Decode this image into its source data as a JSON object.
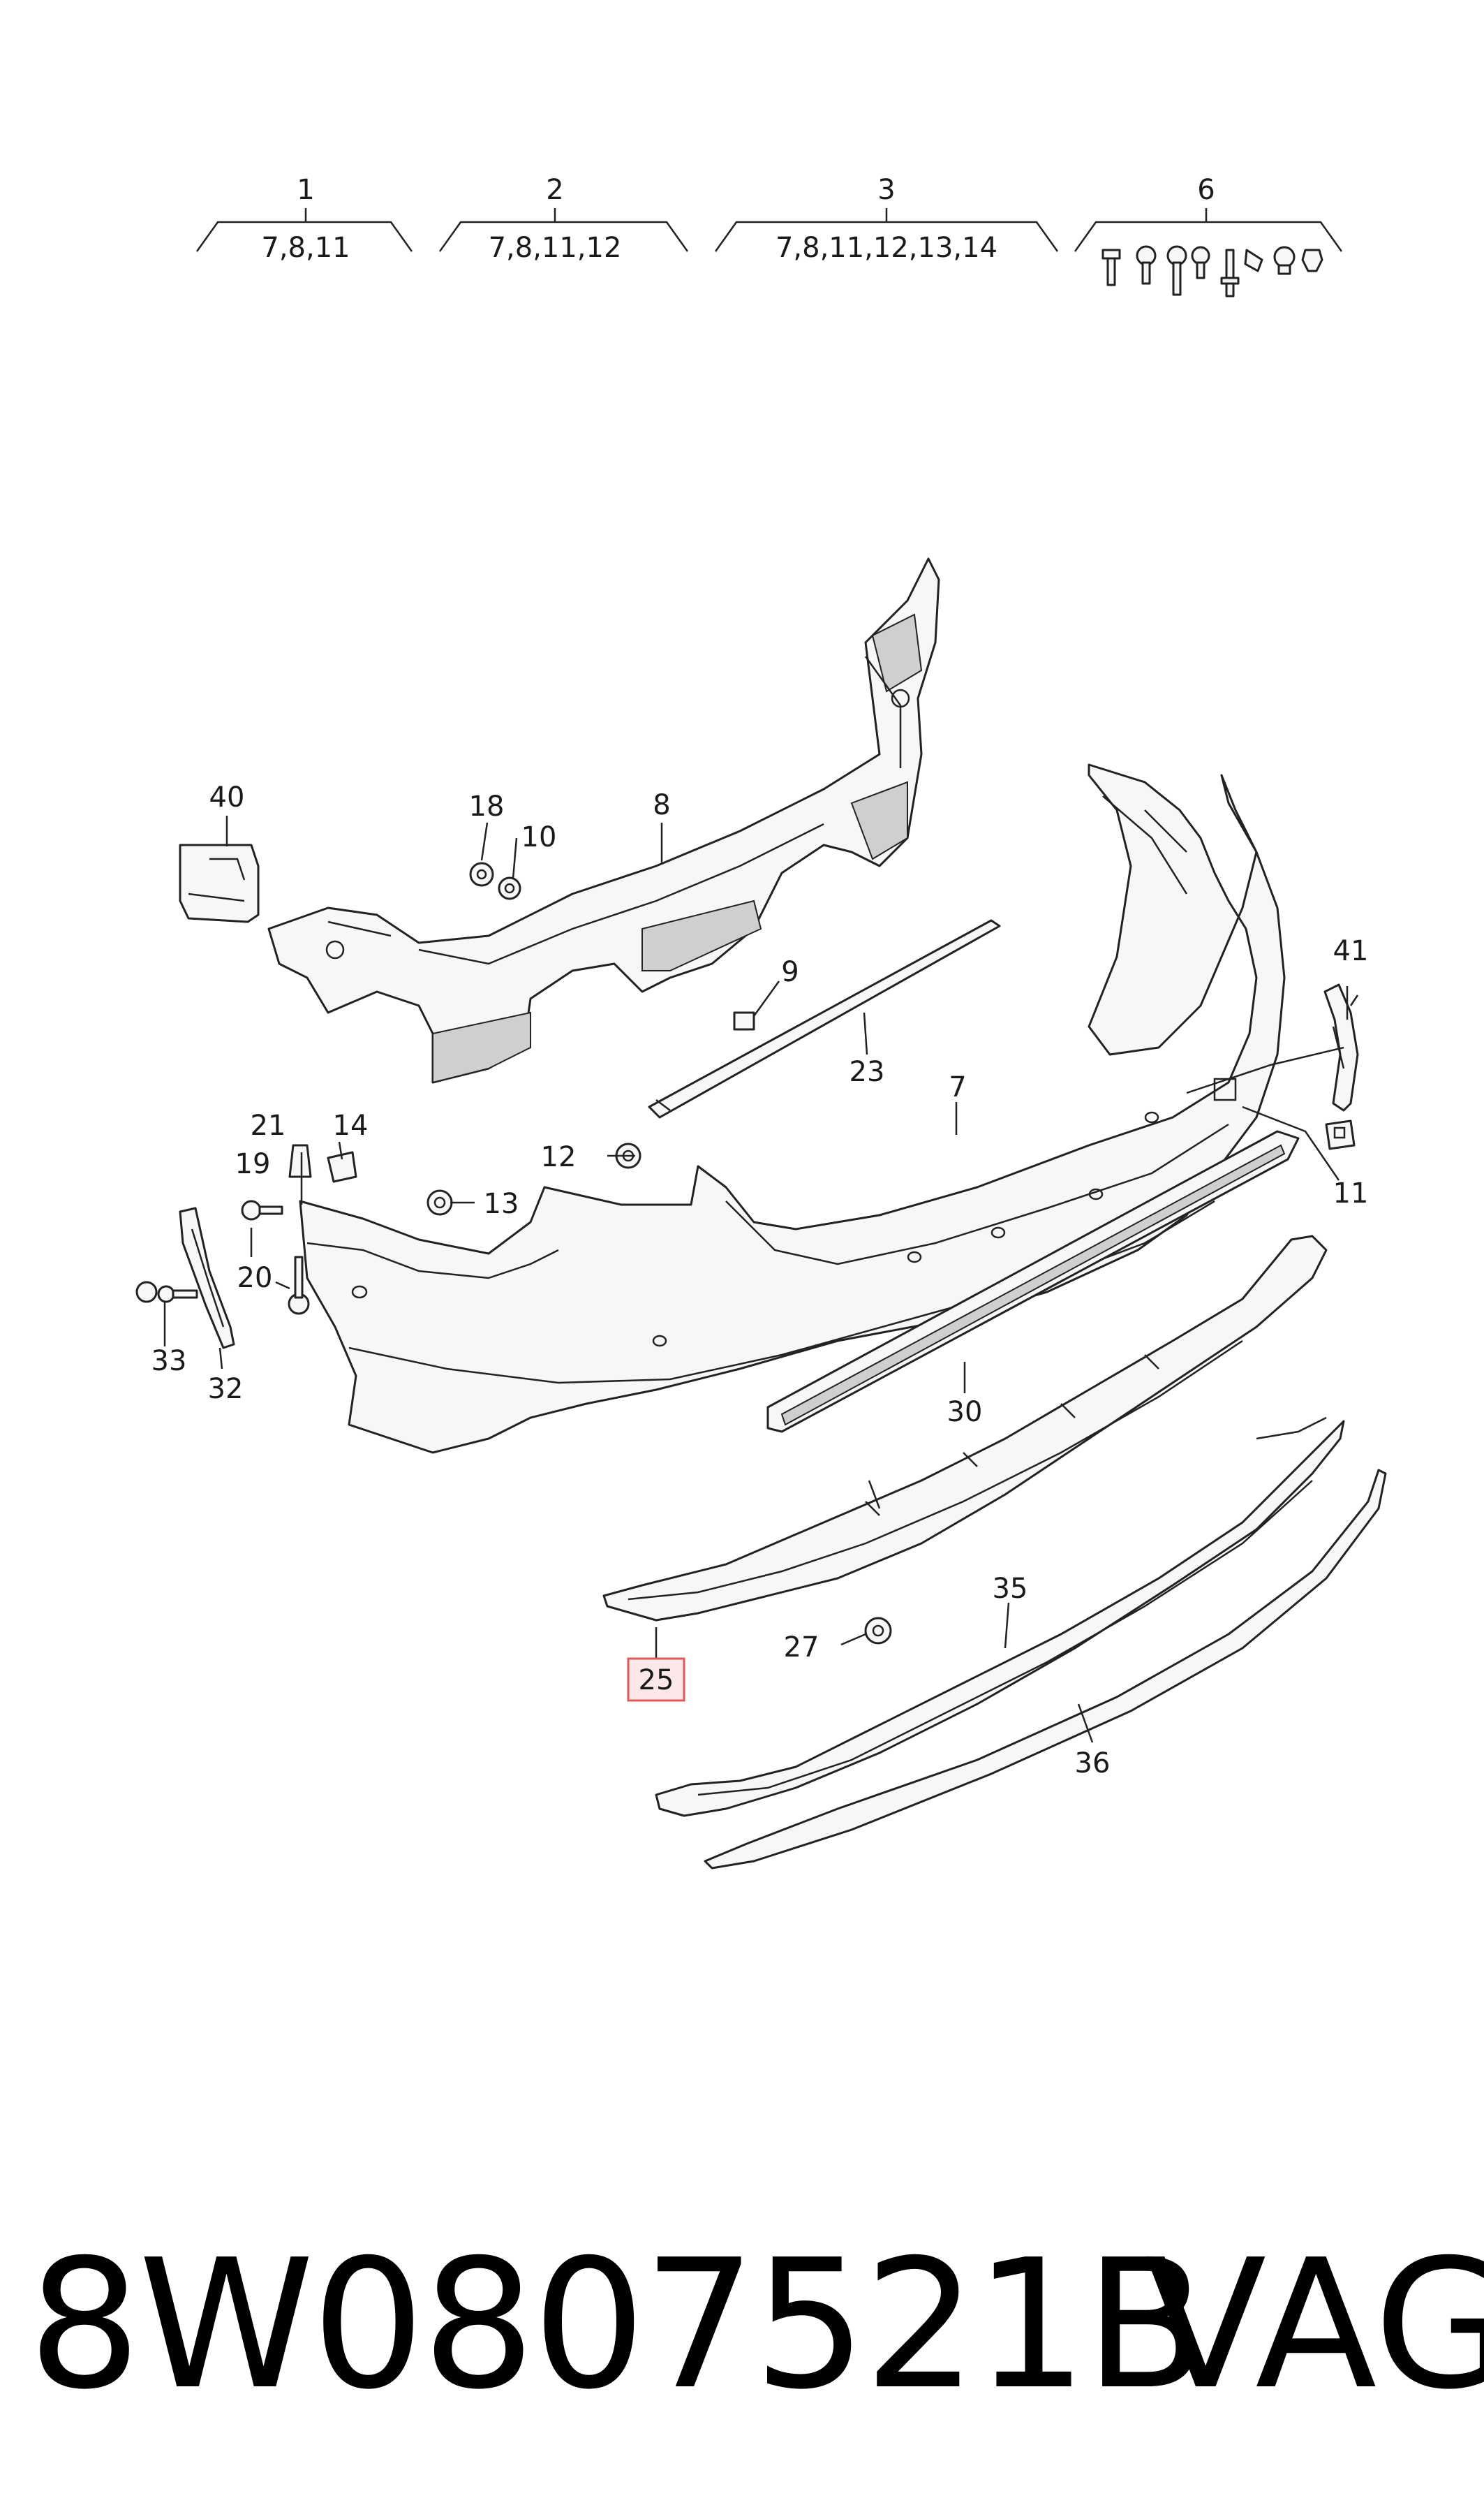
{
  "groups": [
    {
      "number": "1",
      "items": "7,8,11"
    },
    {
      "number": "2",
      "items": "7,8,11,12"
    },
    {
      "number": "3",
      "items": "7,8,11,12,13,14"
    },
    {
      "number": "6",
      "items": ""
    }
  ],
  "callouts": {
    "p40": "40",
    "p18": "18",
    "p10": "10",
    "p8": "8",
    "p9": "9",
    "p23": "23",
    "p7": "7",
    "p41": "41",
    "p11": "11",
    "p21": "21",
    "p14": "14",
    "p19": "19",
    "p12": "12",
    "p13": "13",
    "p20": "20",
    "p33": "33",
    "p32": "32",
    "p30": "30",
    "p25": "25",
    "p27": "27",
    "p35": "35",
    "p36": "36"
  },
  "highlighted_part": "25",
  "highlight_color": "#e05a5a",
  "footer": {
    "part_number": "8W0807521B",
    "brand": "VAG"
  }
}
